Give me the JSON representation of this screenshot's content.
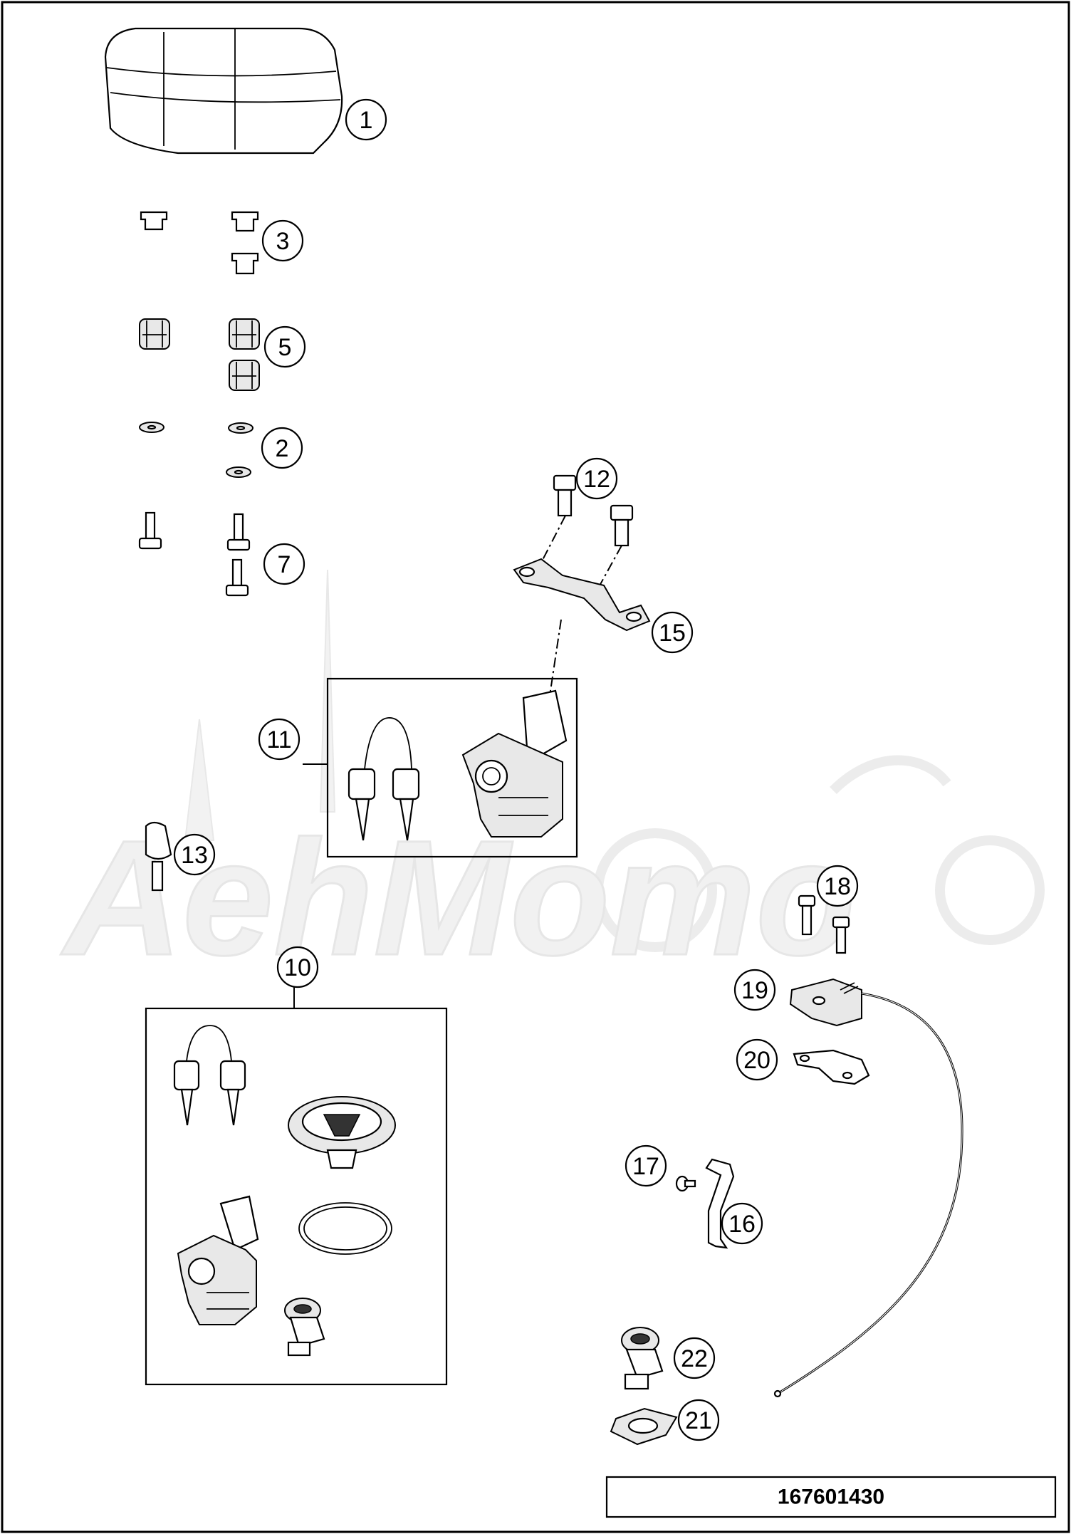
{
  "diagram": {
    "part_number": "167601430",
    "watermark": "AehMomo",
    "callouts": [
      "1",
      "2",
      "3",
      "5",
      "7",
      "10",
      "11",
      "12",
      "13",
      "15",
      "16",
      "17",
      "18",
      "19",
      "20",
      "21",
      "22"
    ]
  }
}
